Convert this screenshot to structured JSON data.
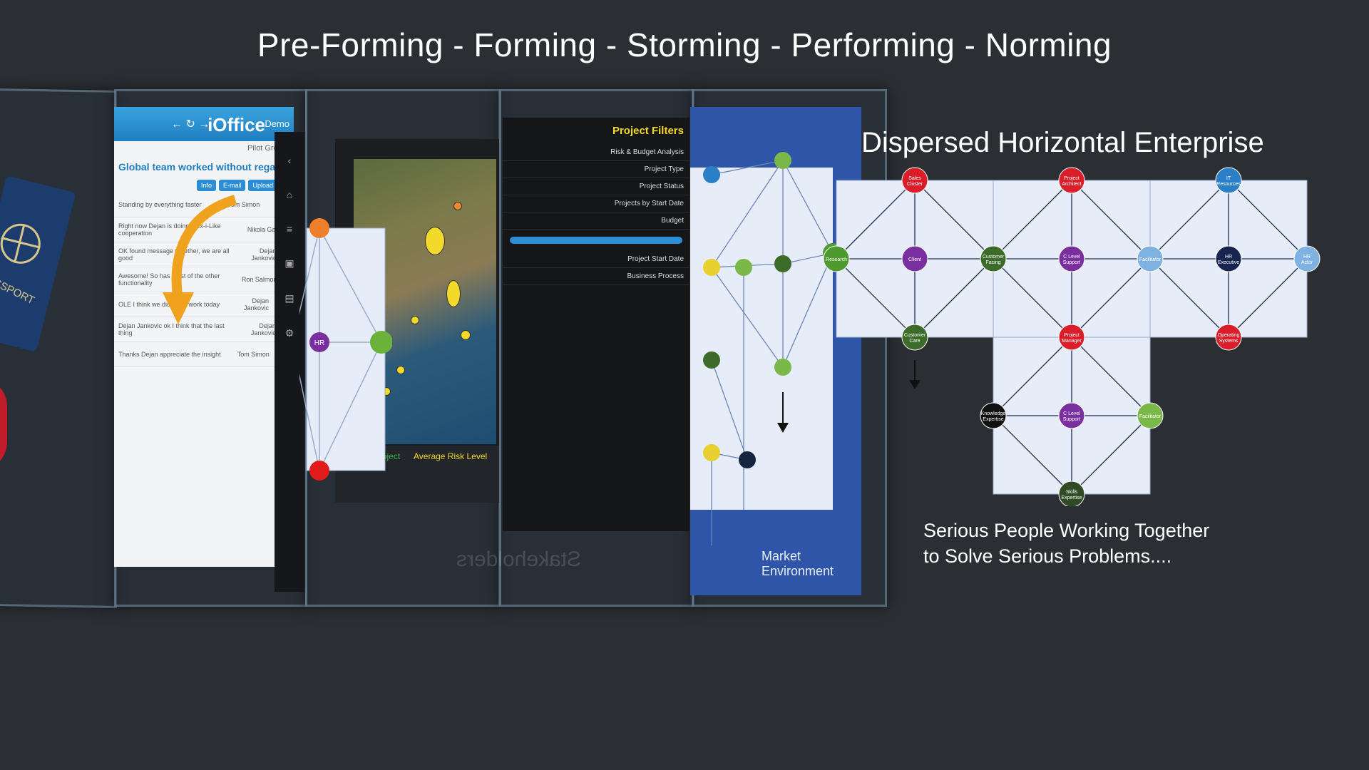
{
  "header": {
    "stages": "Pre-Forming  - Forming  -  Storming  -  Performing - Norming"
  },
  "enterprise": {
    "title": "Dispersed Horizontal Enterprise",
    "tagline_line1": "Serious People Working Together",
    "tagline_line2": "to Solve Serious Problems....",
    "nodes": [
      {
        "id": "sales",
        "label": "Sales Cluster",
        "color": "#d91e2a"
      },
      {
        "id": "pa",
        "label": "Project Architect",
        "color": "#d91e2a"
      },
      {
        "id": "itr",
        "label": "IT Resources",
        "color": "#2a7fc6"
      },
      {
        "id": "research",
        "label": "Research",
        "color": "#4e9a2e"
      },
      {
        "id": "client",
        "label": "Client",
        "color": "#7a2f9e"
      },
      {
        "id": "cf",
        "label": "Customer Facing",
        "color": "#3d6b2a"
      },
      {
        "id": "cls1",
        "label": "C Level Support",
        "color": "#7a2f9e"
      },
      {
        "id": "fac1",
        "label": "Facilitator",
        "color": "#7fb2e0"
      },
      {
        "id": "hre",
        "label": "HR Executive",
        "color": "#17244f"
      },
      {
        "id": "hra",
        "label": "HR Actor",
        "color": "#7fb2e0"
      },
      {
        "id": "cc",
        "label": "Customer Care",
        "color": "#3d6b2a"
      },
      {
        "id": "pm",
        "label": "Project Manager",
        "color": "#d91e2a"
      },
      {
        "id": "os",
        "label": "Operating Systems",
        "color": "#d91e2a"
      },
      {
        "id": "ke",
        "label": "Knowledge Expertise",
        "color": "#111111"
      },
      {
        "id": "cls2",
        "label": "C Level Support",
        "color": "#7a2f9e"
      },
      {
        "id": "fac2",
        "label": "Facilitator",
        "color": "#7ab84a"
      },
      {
        "id": "se",
        "label": "Skills Expertise",
        "color": "#2f4a25"
      }
    ]
  },
  "ioffice": {
    "brand": "iOffice",
    "demo": "Demo",
    "group": "Pilot Group",
    "banner": "Global team worked without regard",
    "buttons": [
      "Upload File",
      "E-mail",
      "Info"
    ],
    "rows": [
      {
        "who": "Tom Simon",
        "text": "Standing by everything faster"
      },
      {
        "who": "Nikola Gal",
        "text": "Right now Dejan is doing Flex-i-Like cooperation"
      },
      {
        "who": "Dejan Jankovic",
        "text": "OK found message together, we are all good"
      },
      {
        "who": "Ron Salmon",
        "text": "Awesome! So has most of the other functionality"
      },
      {
        "who": "Dejan Jankovic",
        "text": "OLE I think we did great work today"
      },
      {
        "who": "Dejan Jankovic",
        "text": "Dejan Jankovic ok I think that the last thing"
      },
      {
        "who": "Tom Simon",
        "text": "Thanks Dejan appreciate the insight"
      }
    ]
  },
  "left_hex": {
    "center_label": "HR"
  },
  "dashboard": {
    "avg_project": "Average Project",
    "avg_risk": "Average Risk Level"
  },
  "filters": {
    "title": "Project Filters",
    "project_type": "Project Type",
    "project_status": "Project Status",
    "budget": "Budget",
    "start_date": "Project Start Date",
    "business_process": "Business Process",
    "risk_title": "Risk & Budget Analysis",
    "by_start": "Projects by Start Date"
  },
  "market": {
    "label": "Market Environment"
  },
  "watermark": "Stakeholders"
}
